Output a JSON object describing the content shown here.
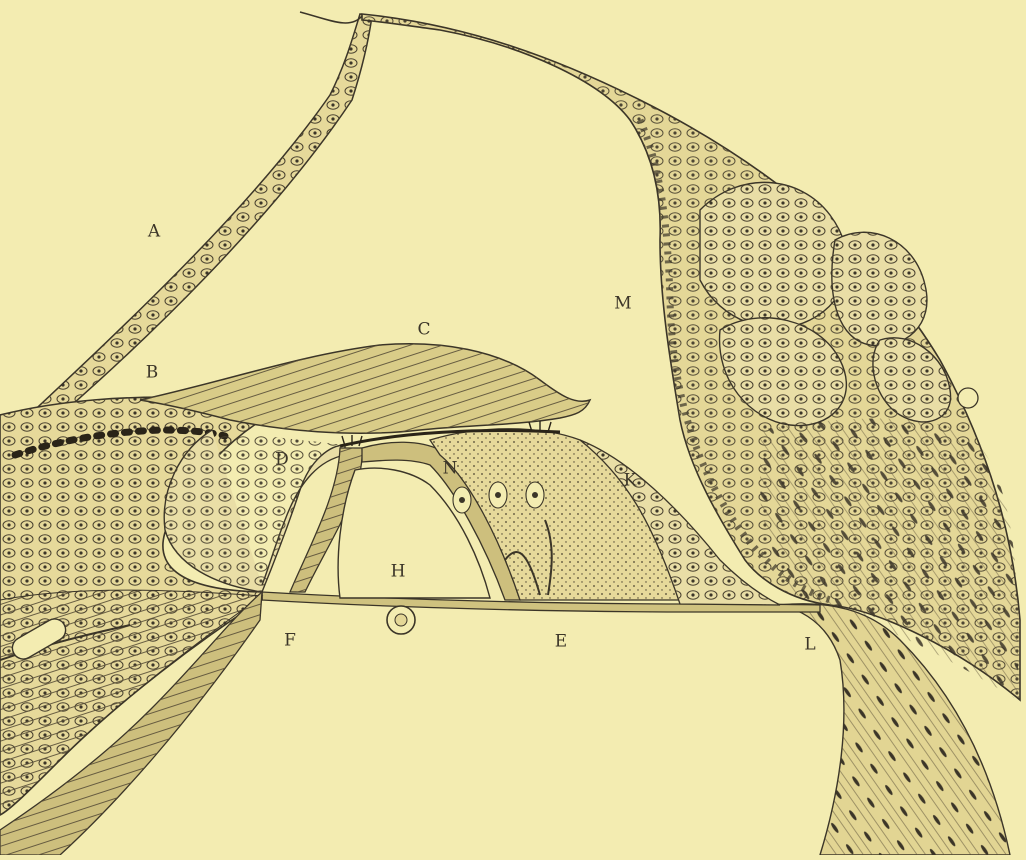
{
  "labels": {
    "a": "A",
    "b": "B",
    "c": "C",
    "d": "D",
    "e": "E",
    "f": "F",
    "h": "H",
    "k": "K",
    "l": "L",
    "m": "M",
    "n": "N"
  },
  "colors": {
    "paper": "#f3ecb1",
    "ink": "#3b3528",
    "tissue": "#e8dc9a",
    "dark_tissue": "#8c7f55"
  }
}
